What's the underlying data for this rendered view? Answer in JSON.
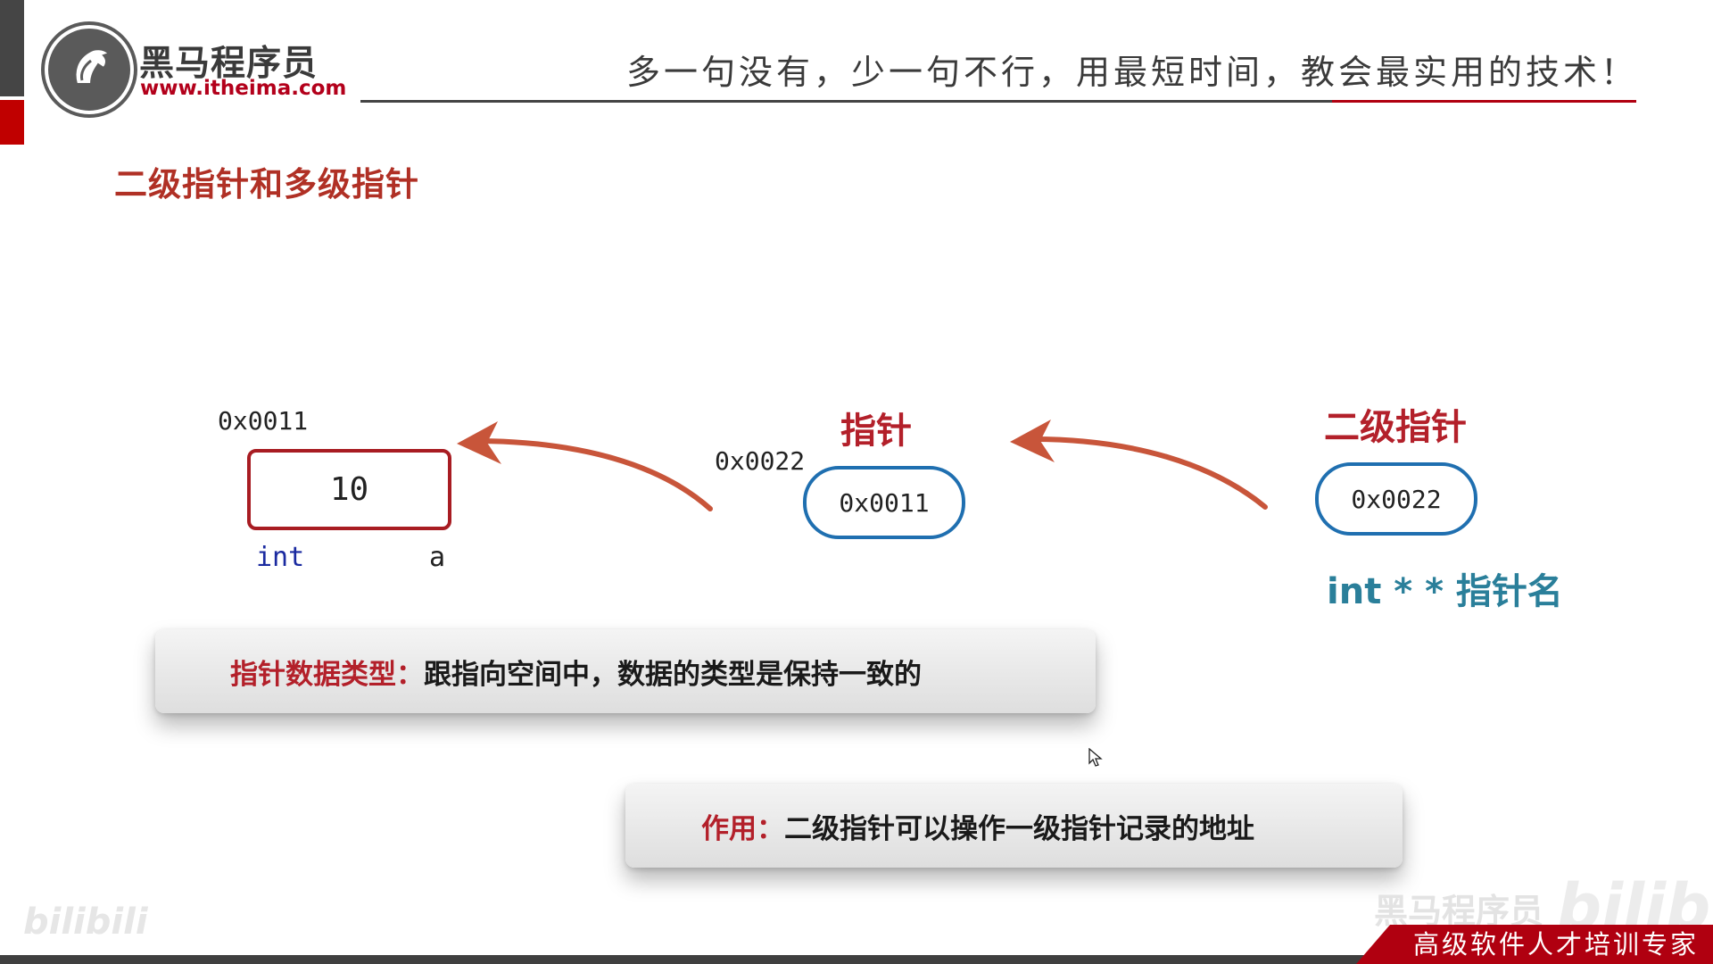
{
  "header": {
    "logo_name": "黑马程序员",
    "logo_url": "www.itheima.com",
    "slogan": "多一句没有，少一句不行，用最短时间，教会最实用的技术！"
  },
  "section_title": "二级指针和多级指针",
  "diagram": {
    "variable": {
      "address": "0x0011",
      "value": "10",
      "type": "int",
      "name": "a"
    },
    "pointer": {
      "label": "指针",
      "address": "0x0022",
      "value": "0x0011"
    },
    "double_pointer": {
      "label": "二级指针",
      "value": "0x0022",
      "declaration": "int * * 指针名"
    }
  },
  "notes": [
    {
      "key": "指针数据类型：",
      "text": "跟指向空间中，数据的类型是保持一致的"
    },
    {
      "key": "作用：",
      "text": "二级指针可以操作一级指针记录的地址"
    }
  ],
  "watermarks": {
    "left": "bilibili",
    "right_text": "黑马程序员",
    "right_logo": "bilibili"
  },
  "footer": {
    "tagline": "高级软件人才培训专家"
  },
  "colors": {
    "brand_red": "#b3202a",
    "pointer_blue": "#1f6fb0",
    "decl_teal": "#2a7f9a",
    "arrow": "#c8553a"
  },
  "icons": [
    "horse-logo-icon",
    "curved-arrow-icon",
    "mouse-cursor-icon"
  ]
}
